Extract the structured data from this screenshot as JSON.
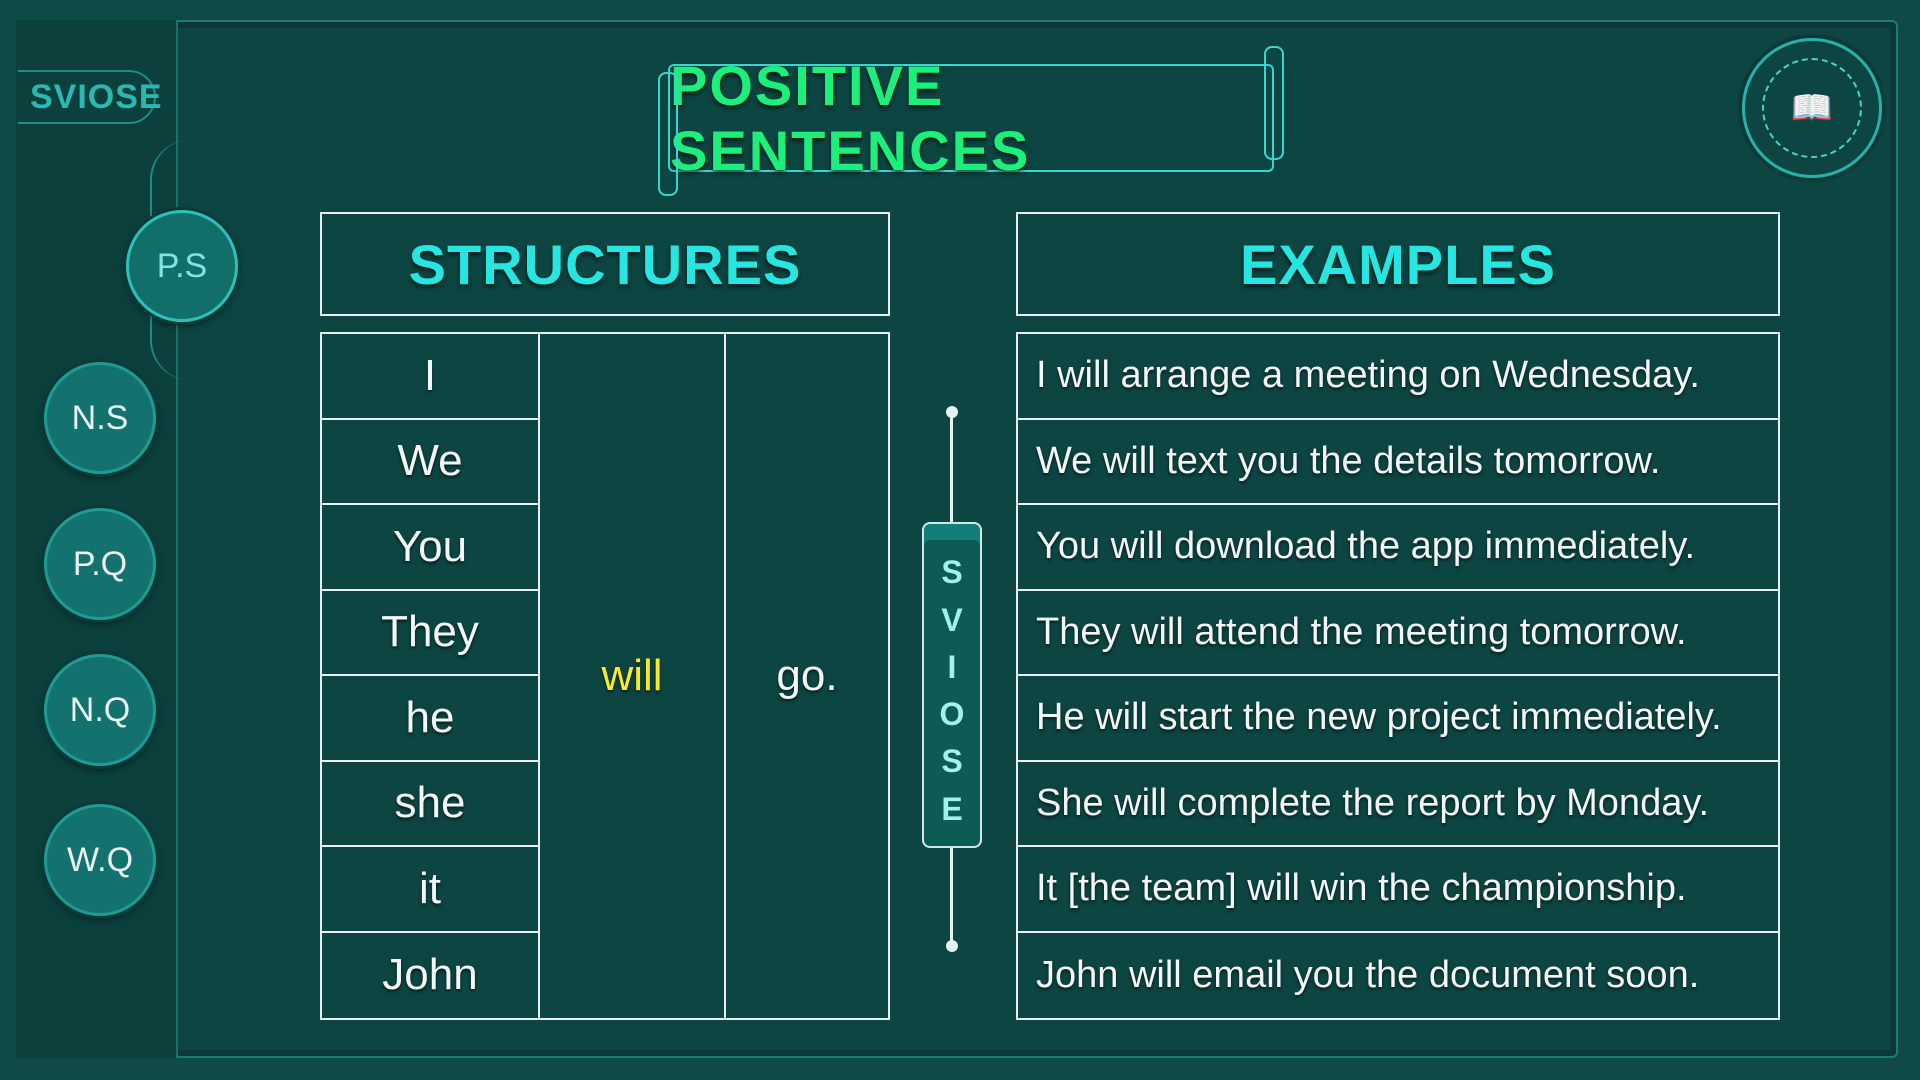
{
  "brand": {
    "logo_text": "SVIOSE"
  },
  "nav": {
    "items": [
      {
        "label": "P.S",
        "active": true
      },
      {
        "label": "N.S"
      },
      {
        "label": "P.Q"
      },
      {
        "label": "N.Q"
      },
      {
        "label": "W.Q"
      }
    ]
  },
  "title": "POSITIVE SENTENCES",
  "structures": {
    "header": "STRUCTURES",
    "subjects": [
      "I",
      "We",
      "You",
      "They",
      "he",
      "she",
      "it",
      "John"
    ],
    "auxiliary": "will",
    "verb": "go."
  },
  "divider": {
    "letters": [
      "S",
      "V",
      "I",
      "O",
      "S",
      "E"
    ]
  },
  "examples": {
    "header": "EXAMPLES",
    "rows": [
      "I will arrange a meeting on Wednesday.",
      "We will text you the details tomorrow.",
      "You will download the app immediately.",
      "They will attend the meeting tomorrow.",
      "He will start the new project immediately.",
      "She will complete the report by Monday.",
      "It [the team] will win the championship.",
      "John will email you the document soon."
    ]
  },
  "colors": {
    "background": "#0d4542",
    "title_green": "#1df07a",
    "header_cyan": "#27e6e2",
    "auxiliary_yellow": "#f7ec2a",
    "nav_teal": "#13726d"
  },
  "icons": {
    "emblem": "book-emblem-icon"
  }
}
